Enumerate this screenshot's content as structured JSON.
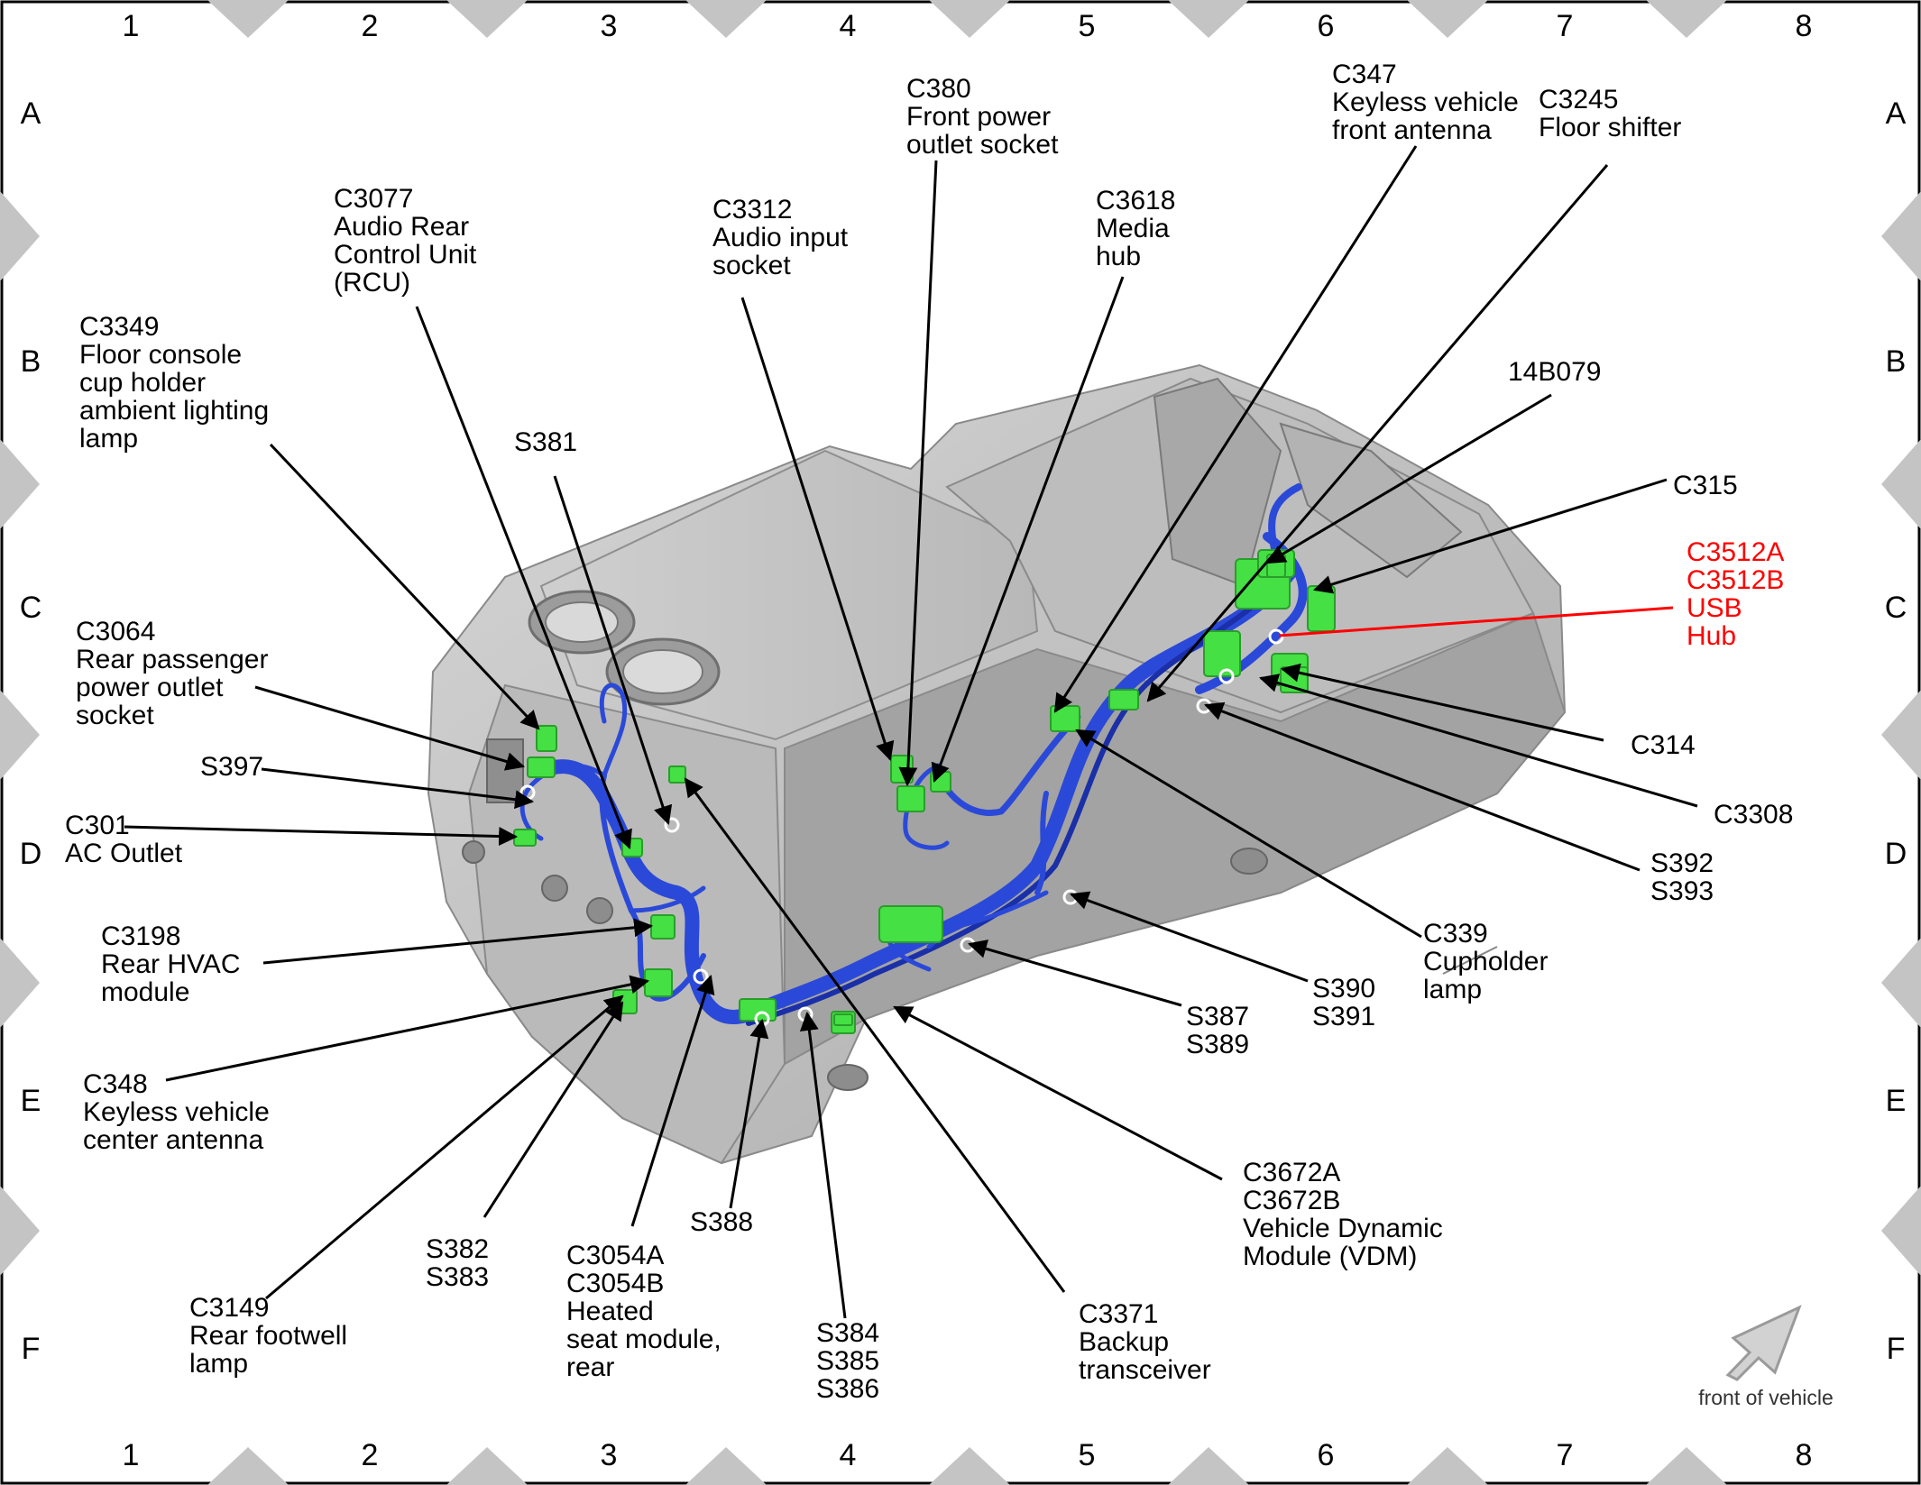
{
  "grid": {
    "columns": [
      "1",
      "2",
      "3",
      "4",
      "5",
      "6",
      "7",
      "8"
    ],
    "rows": [
      "A",
      "B",
      "C",
      "D",
      "E",
      "F"
    ]
  },
  "labels": [
    {
      "id": "c3349",
      "lines": [
        "C3349",
        "Floor console",
        "cup holder",
        "ambient lighting",
        "lamp"
      ]
    },
    {
      "id": "c3077",
      "lines": [
        "C3077",
        "Audio Rear",
        "Control Unit",
        "(RCU)"
      ]
    },
    {
      "id": "s381",
      "lines": [
        "S381"
      ]
    },
    {
      "id": "c3312",
      "lines": [
        "C3312",
        "Audio input",
        "socket"
      ]
    },
    {
      "id": "c380",
      "lines": [
        "C380",
        "Front power",
        "outlet socket"
      ]
    },
    {
      "id": "c3618",
      "lines": [
        "C3618",
        "Media",
        "hub"
      ]
    },
    {
      "id": "c347",
      "lines": [
        "C347",
        "Keyless vehicle",
        "front antenna"
      ]
    },
    {
      "id": "c3245",
      "lines": [
        "C3245",
        "Floor shifter"
      ]
    },
    {
      "id": "14b079",
      "lines": [
        "14B079"
      ]
    },
    {
      "id": "c315",
      "lines": [
        "C315"
      ]
    },
    {
      "id": "c3512",
      "lines": [
        "C3512A",
        "C3512B",
        "USB",
        "Hub"
      ],
      "highlight": true
    },
    {
      "id": "c314",
      "lines": [
        "C314"
      ]
    },
    {
      "id": "c3308",
      "lines": [
        "C3308"
      ]
    },
    {
      "id": "s392",
      "lines": [
        "S392",
        "S393"
      ]
    },
    {
      "id": "c339",
      "lines": [
        "C339",
        "Cupholder",
        "lamp"
      ]
    },
    {
      "id": "s390",
      "lines": [
        "S390",
        "S391"
      ]
    },
    {
      "id": "s387",
      "lines": [
        "S387",
        "S389"
      ]
    },
    {
      "id": "c3672",
      "lines": [
        "C3672A",
        "C3672B",
        "Vehicle Dynamic",
        "Module (VDM)"
      ]
    },
    {
      "id": "c3371",
      "lines": [
        "C3371",
        "Backup",
        "transceiver"
      ]
    },
    {
      "id": "s384",
      "lines": [
        "S384",
        "S385",
        "S386"
      ]
    },
    {
      "id": "s388",
      "lines": [
        "S388"
      ]
    },
    {
      "id": "c3054",
      "lines": [
        "C3054A",
        "C3054B",
        "Heated",
        "seat module,",
        "rear"
      ]
    },
    {
      "id": "s382",
      "lines": [
        "S382",
        "S383"
      ]
    },
    {
      "id": "c3149",
      "lines": [
        "C3149",
        "Rear footwell",
        "lamp"
      ]
    },
    {
      "id": "c348",
      "lines": [
        "C348",
        "Keyless vehicle",
        "center antenna"
      ]
    },
    {
      "id": "c3198",
      "lines": [
        "C3198",
        "Rear HVAC",
        "module"
      ]
    },
    {
      "id": "c301",
      "lines": [
        "C301",
        "AC Outlet"
      ]
    },
    {
      "id": "s397",
      "lines": [
        "S397"
      ]
    },
    {
      "id": "c3064",
      "lines": [
        "C3064",
        "Rear passenger",
        "power outlet",
        "socket"
      ]
    }
  ],
  "orientation_note": "front of vehicle",
  "colors": {
    "harness": "#2b49d8",
    "connector": "#44e044",
    "console": "#c8c8c8",
    "highlight": "#ff0000",
    "border_diamond": "#c4c4c4"
  }
}
